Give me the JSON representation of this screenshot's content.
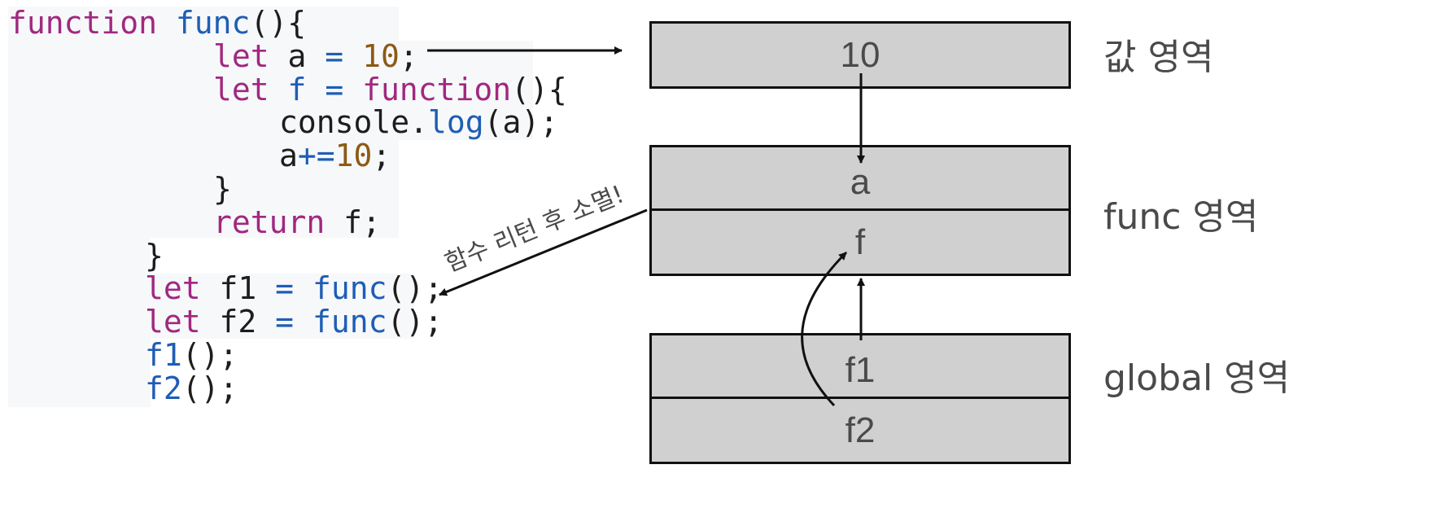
{
  "code": {
    "lines": [
      {
        "indent": 0,
        "tokens": [
          {
            "t": "function",
            "c": "kw"
          },
          {
            "t": " ",
            "c": "pl"
          },
          {
            "t": "func",
            "c": "fn"
          },
          {
            "t": "(){",
            "c": "pl"
          }
        ]
      },
      {
        "indent": 1,
        "tokens": [
          {
            "t": "let",
            "c": "kw"
          },
          {
            "t": " a ",
            "c": "pl"
          },
          {
            "t": "=",
            "c": "op"
          },
          {
            "t": " ",
            "c": "pl"
          },
          {
            "t": "10",
            "c": "num"
          },
          {
            "t": ";",
            "c": "pl"
          }
        ]
      },
      {
        "indent": 1,
        "tokens": [
          {
            "t": "let",
            "c": "kw"
          },
          {
            "t": " ",
            "c": "pl"
          },
          {
            "t": "f",
            "c": "fn"
          },
          {
            "t": " ",
            "c": "pl"
          },
          {
            "t": "=",
            "c": "op"
          },
          {
            "t": " ",
            "c": "pl"
          },
          {
            "t": "function",
            "c": "kw"
          },
          {
            "t": "(){",
            "c": "pl"
          }
        ]
      },
      {
        "indent": 2,
        "tokens": [
          {
            "t": "console.",
            "c": "pl"
          },
          {
            "t": "log",
            "c": "fn"
          },
          {
            "t": "(a);",
            "c": "pl"
          }
        ]
      },
      {
        "indent": 2,
        "tokens": [
          {
            "t": "a",
            "c": "pl"
          },
          {
            "t": "+=",
            "c": "op"
          },
          {
            "t": "10",
            "c": "num"
          },
          {
            "t": ";",
            "c": "pl"
          }
        ]
      },
      {
        "indent": 1,
        "tokens": [
          {
            "t": "}",
            "c": "pl"
          }
        ]
      },
      {
        "indent": 1,
        "tokens": [
          {
            "t": "return",
            "c": "kw"
          },
          {
            "t": " f;",
            "c": "pl"
          }
        ]
      },
      {
        "indent": 3,
        "tokens": [
          {
            "t": "}",
            "c": "pl"
          }
        ]
      },
      {
        "indent": 3,
        "tokens": [
          {
            "t": "let",
            "c": "kw"
          },
          {
            "t": " f1 ",
            "c": "pl"
          },
          {
            "t": "=",
            "c": "op"
          },
          {
            "t": " ",
            "c": "pl"
          },
          {
            "t": "func",
            "c": "fn"
          },
          {
            "t": "();",
            "c": "pl"
          }
        ]
      },
      {
        "indent": 3,
        "tokens": [
          {
            "t": "let",
            "c": "kw"
          },
          {
            "t": " f2 ",
            "c": "pl"
          },
          {
            "t": "=",
            "c": "op"
          },
          {
            "t": " ",
            "c": "pl"
          },
          {
            "t": "func",
            "c": "fn"
          },
          {
            "t": "();",
            "c": "pl"
          }
        ]
      },
      {
        "indent": 3,
        "tokens": [
          {
            "t": "f1",
            "c": "fn"
          },
          {
            "t": "();",
            "c": "pl"
          }
        ]
      },
      {
        "indent": 3,
        "tokens": [
          {
            "t": "f2",
            "c": "fn"
          },
          {
            "t": "();",
            "c": "pl"
          }
        ]
      }
    ]
  },
  "value_region": {
    "cells": [
      "10"
    ],
    "label": "값 영역"
  },
  "func_region": {
    "cells": [
      "a",
      "f"
    ],
    "label": "func 영역"
  },
  "global_region": {
    "cells": [
      "f1",
      "f2"
    ],
    "label": "global 영역"
  },
  "annotation": {
    "text": "함수 리턴 후 소멸!"
  },
  "colors": {
    "keyword": "#a1287f",
    "function_name": "#1f5db5",
    "number": "#8c5a14",
    "box_fill": "#d0d0d0",
    "box_border": "#111111",
    "label_text": "#4a4a4a"
  }
}
